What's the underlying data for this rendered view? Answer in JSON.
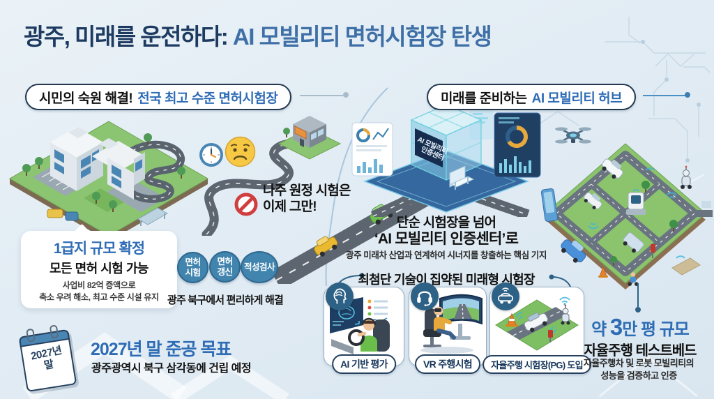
{
  "title": {
    "prefix": "광주, 미래를 운전하다: ",
    "highlight": "AI 모빌리티 면허시험장 탄생"
  },
  "left": {
    "header_black": "시민의 숙원 해결!",
    "header_blue": "전국 최고 수준 면허시험장",
    "no_more_line1": "나주 원정 시험은",
    "no_more_line2": "이제 그만!",
    "callout": {
      "title": "1급지 규모 확정",
      "subtitle": "모든 면허 시험 가능",
      "desc1": "사업비 82억 증액으로",
      "desc2": "축소 우려 해소, 최고 수준 시설 유지"
    },
    "circle1_line1": "면허",
    "circle1_line2": "시험",
    "circle2_line1": "면허",
    "circle2_line2": "갱신",
    "circle3": "적성검사",
    "circles_caption": "광주 북구에서 편리하게 해결",
    "calendar_line1": "2027년",
    "calendar_line2": "말",
    "completion_title": "2027년 말 준공 목표",
    "completion_desc": "광주광역시 북구 삼각동에 건립 예정"
  },
  "right": {
    "header_black": "미래를 준비하는",
    "header_blue": "AI 모빌리티 허브",
    "sign_line1": "AI 모빌리티",
    "sign_line2": "인증센터",
    "beyond_line1": "단순 시험장을 넘어",
    "beyond_line2": "‘AI 모빌리티 인증센터’로",
    "beyond_desc": "광주 미래차 산업과 연계하여 시너지를 창출하는 핵심 기지",
    "tech_header": "최첨단 기술이 집약된 미래형 시험장",
    "cards": [
      {
        "label": "AI 기반 평가",
        "icon": "brain-icon"
      },
      {
        "label": "VR 주행시험",
        "icon": "headset-icon"
      },
      {
        "label": "자율주행 시험장(PG) 도입",
        "icon": "connected-car-icon"
      }
    ],
    "testbed_prefix": "약 ",
    "testbed_num": "3",
    "testbed_suffix": "만 평 규모",
    "testbed_title": "자율주행 테스트베드",
    "testbed_desc1": "자율주행차 및 로봇 모빌리티의",
    "testbed_desc2": "성능을 검증하고 인증"
  }
}
